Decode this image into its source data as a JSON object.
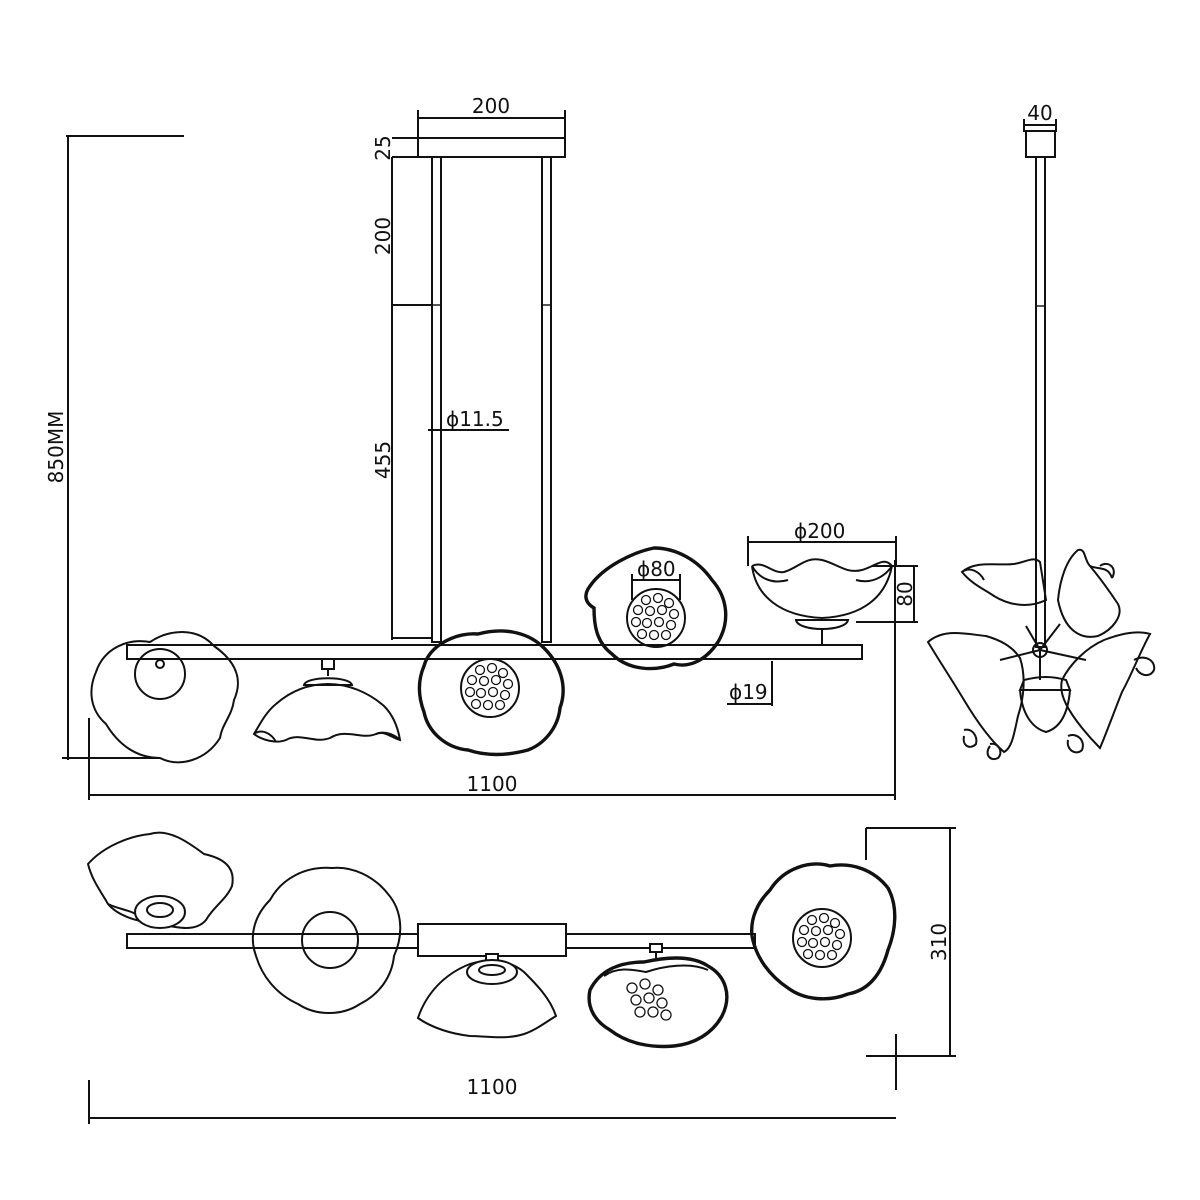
{
  "dimensions": {
    "height_total": "850MM",
    "canopy_width": "200",
    "canopy_height": "25",
    "rod_upper": "200",
    "rod_lower": "455",
    "rod_diameter": "ϕ11.5",
    "shade_diameter": "ϕ200",
    "shade_height": "80",
    "lens_diameter": "ϕ80",
    "arm_diameter": "ϕ19",
    "front_width": "1100",
    "side_canopy_width": "40",
    "top_depth": "310",
    "top_width": "1100"
  }
}
